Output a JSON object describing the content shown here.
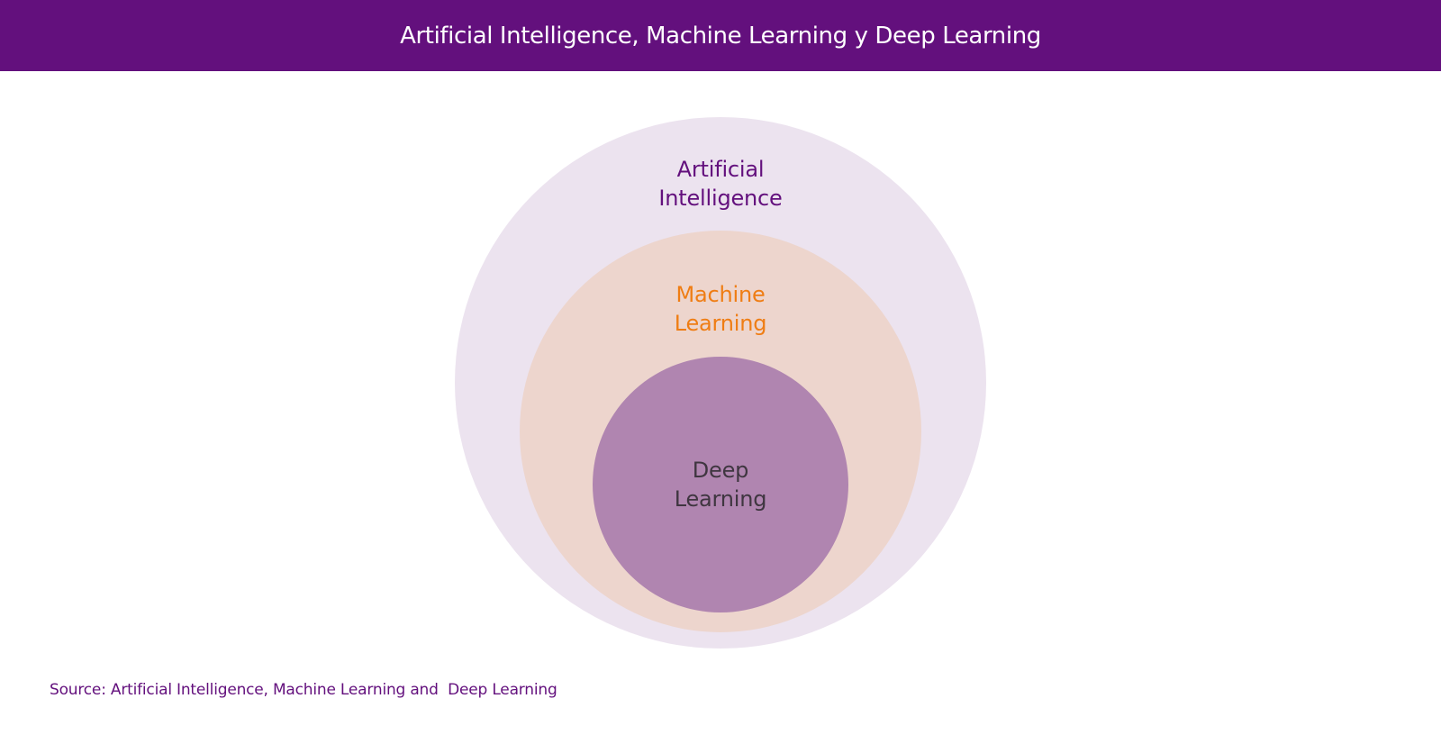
{
  "header": {
    "title": "Artificial Intelligence, Machine Learning y Deep Learning"
  },
  "diagram": {
    "type": "nested-circles",
    "circles": [
      {
        "label_line1": "Artificial",
        "label_line2": "Intelligence",
        "fill_color": "#ece3ef",
        "text_color": "#63107d"
      },
      {
        "label_line1": "Machine",
        "label_line2": "Learning",
        "fill_color": "#edd5cd",
        "text_color": "#ef7d14"
      },
      {
        "label_line1": "Deep",
        "label_line2": "Learning",
        "fill_color": "#b085b0",
        "text_color": "#3f3640"
      }
    ]
  },
  "source": {
    "text": "Source: Artificial Intelligence, Machine Learning and  Deep Learning"
  },
  "colors": {
    "brand_purple": "#63107d",
    "accent_orange": "#ef7d14"
  }
}
